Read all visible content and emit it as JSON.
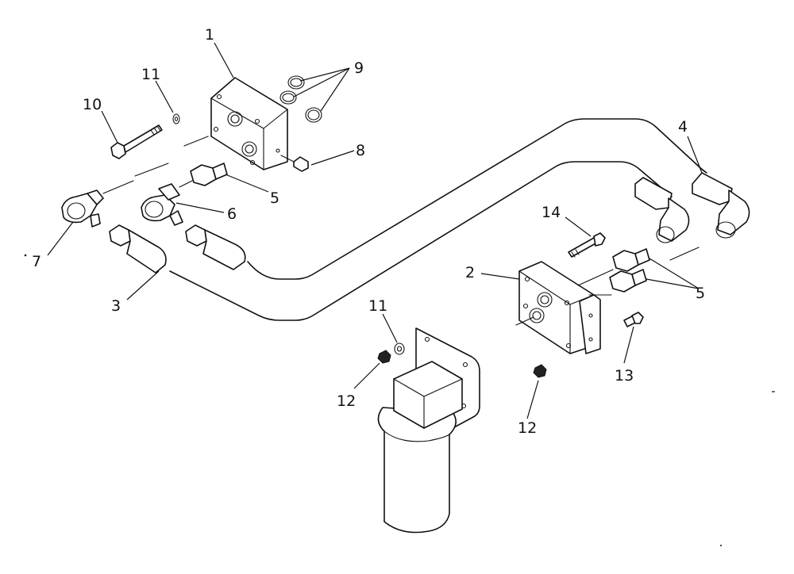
{
  "callouts": [
    {
      "id": "label-1",
      "text": "1"
    },
    {
      "id": "label-2",
      "text": "2"
    },
    {
      "id": "label-3",
      "text": "3"
    },
    {
      "id": "label-4",
      "text": "4"
    },
    {
      "id": "label-5a",
      "text": "5"
    },
    {
      "id": "label-5b",
      "text": "5"
    },
    {
      "id": "label-6",
      "text": "6"
    },
    {
      "id": "label-7",
      "text": "7"
    },
    {
      "id": "label-8",
      "text": "8"
    },
    {
      "id": "label-9",
      "text": "9"
    },
    {
      "id": "label-10",
      "text": "10"
    },
    {
      "id": "label-11a",
      "text": "11"
    },
    {
      "id": "label-11b",
      "text": "11"
    },
    {
      "id": "label-12a",
      "text": "12"
    },
    {
      "id": "label-12b",
      "text": "12"
    },
    {
      "id": "label-13",
      "text": "13"
    },
    {
      "id": "label-14",
      "text": "14"
    }
  ]
}
